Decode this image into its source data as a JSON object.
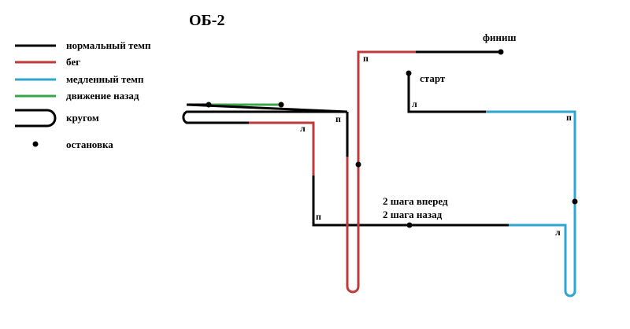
{
  "title": "ОБ-2",
  "colors": {
    "normal": "#000000",
    "run": "#c0393b",
    "slow": "#2ea6cf",
    "back": "#3aa649",
    "dot": "#000000"
  },
  "legend": {
    "normal": "нормальный темп",
    "run": "бег",
    "slow": "медленный темп",
    "back": "движение назад",
    "around": "кругом",
    "stop": "остановка"
  },
  "labels": {
    "finish": "финиш",
    "start": "старт",
    "steps_forward": "2 шага вперед",
    "steps_back": "2 шага назад"
  },
  "turns": {
    "right": "п",
    "left": "л"
  }
}
